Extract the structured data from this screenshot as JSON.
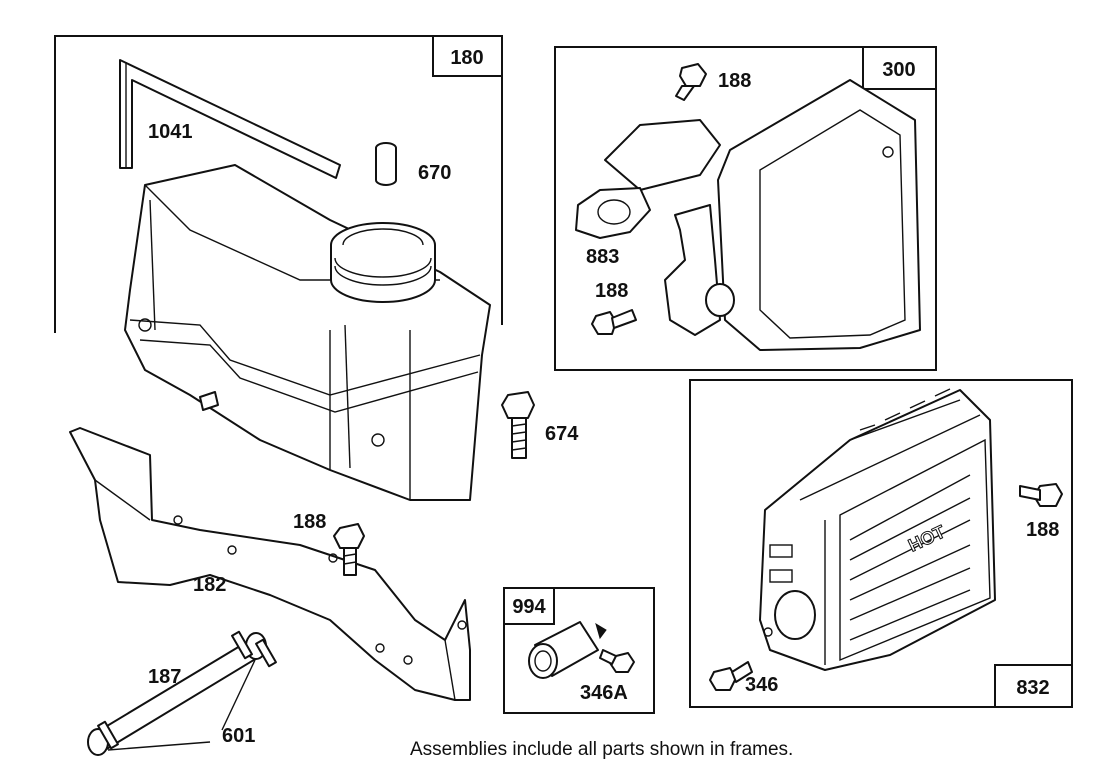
{
  "caption": "Assemblies include all parts shown in frames.",
  "frames": [
    {
      "id": "frame-180",
      "number": "180"
    },
    {
      "id": "frame-300",
      "number": "300"
    },
    {
      "id": "frame-832",
      "number": "832"
    },
    {
      "id": "frame-994",
      "number": "994"
    }
  ],
  "labels": {
    "p1041": "1041",
    "p670": "670",
    "p188_top": "188",
    "p883": "883",
    "p188_muffler": "188",
    "p674": "674",
    "p188_bracket": "188",
    "p182": "182",
    "p187": "187",
    "p601": "601",
    "p346A": "346A",
    "p188_guard": "188",
    "p346": "346"
  },
  "guard_text": "HOT",
  "colors": {
    "line": "#111111",
    "background": "#ffffff"
  }
}
